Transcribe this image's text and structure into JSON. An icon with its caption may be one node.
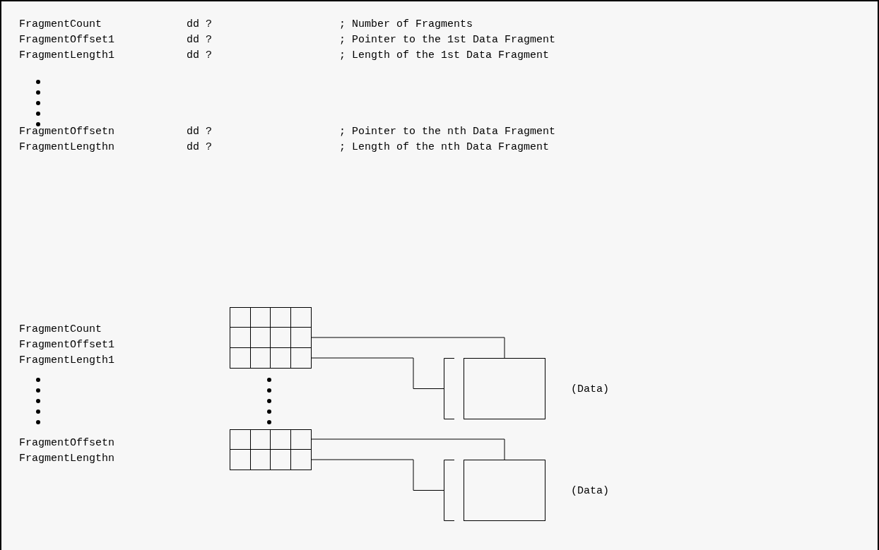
{
  "diagram": {
    "nodes": [
      {
        "text": [],
        "shape": "box"
      },
      {
        "text": [],
        "shape": "box",
        "beside": [
          "(Data)"
        ]
      },
      {
        "text": [],
        "shape": "bracket"
      },
      {
        "text": [],
        "shape": "box"
      },
      {
        "text": [],
        "shape": "box",
        "beside": [
          "(Data)"
        ]
      },
      {
        "text": [],
        "shape": "bracket"
      }
    ],
    "edges": [
      {
        "from": 0,
        "to": 1,
        "arrow": "none"
      },
      {
        "from": 0,
        "to": 2,
        "arrow": "none"
      },
      {
        "from": 3,
        "to": 4,
        "arrow": "none"
      },
      {
        "from": 3,
        "to": 5,
        "arrow": "none"
      }
    ],
    "labels": [
      "FragmentCount",
      "dd ?",
      "; Number of Fragments",
      "FragmentOffset1",
      "dd ?",
      "; Pointer to the 1st Data Fragment",
      "FragmentLength1",
      "dd ?",
      "; Length of the 1st Data Fragment",
      "FragmentOffsetn",
      "dd ?",
      "; Pointer to the nth Data Fragment",
      "FragmentLengthn",
      "dd ?",
      "; Length of the nth Data Fragment",
      "FragmentCount",
      "FragmentOffset1",
      "FragmentLength1",
      "FragmentOffsetn",
      "FragmentLengthn"
    ]
  }
}
